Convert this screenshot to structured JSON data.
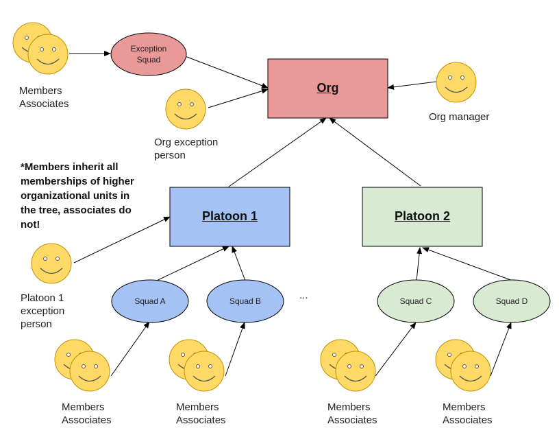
{
  "colors": {
    "org_fill": "#ea9999",
    "platoon1_fill": "#a4c2f4",
    "platoon2_fill": "#d9ead3",
    "exception_squad_fill": "#ea9999",
    "squad_blue_fill": "#a4c2f4",
    "squad_green_fill": "#d9ead3",
    "smiley_fill": "#ffd966",
    "smiley_stroke": "#bf9000",
    "stroke": "#000000"
  },
  "org": {
    "label": "Org"
  },
  "platoon1": {
    "label": "Platoon 1"
  },
  "platoon2": {
    "label": "Platoon 2"
  },
  "exception_squad": {
    "line1": "Exception",
    "line2": "Squad"
  },
  "squads": {
    "a": "Squad A",
    "b": "Squad B",
    "c": "Squad C",
    "d": "Squad D"
  },
  "ellipsis": "...",
  "labels": {
    "top_members": {
      "line1": "Members",
      "line2": "Associates"
    },
    "org_exception_person": {
      "line1": "Org exception",
      "line2": "person"
    },
    "org_manager": "Org manager",
    "platoon1_exception_person": {
      "line1": "Platoon 1",
      "line2": "exception",
      "line3": "person"
    },
    "squad_a_members": {
      "line1": "Members",
      "line2": "Associates"
    },
    "squad_b_members": {
      "line1": "Members",
      "line2": "Associates"
    },
    "squad_c_members": {
      "line1": "Members",
      "line2": "Associates"
    },
    "squad_d_members": {
      "line1": "Members",
      "line2": "Associates"
    }
  },
  "note": {
    "line1": "*Members inherit all",
    "line2": "memberships of higher",
    "line3": "organizational units in",
    "line4": "the tree, associates do",
    "line5": "not!"
  },
  "icons": {
    "smiley": "smiley-face-icon",
    "arrow": "arrowhead"
  }
}
